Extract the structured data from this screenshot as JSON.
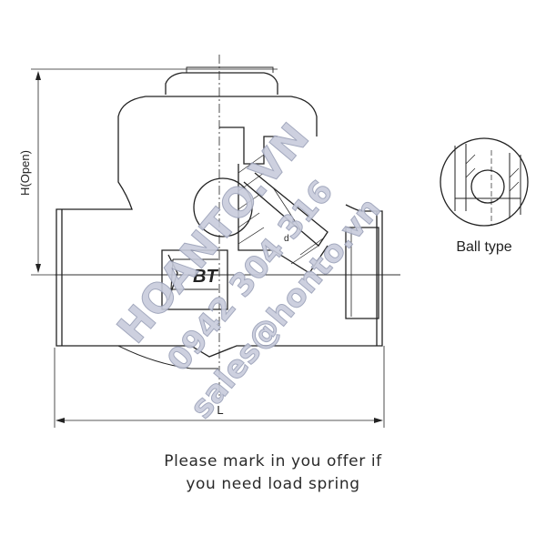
{
  "labels": {
    "height_dim": "H(Open)",
    "length_dim": "L",
    "detail_caption": "Ball type",
    "body_mark": "BT",
    "angle_mark": "d"
  },
  "notes": {
    "line1": "Please mark in you offer if",
    "line2": "you need load spring"
  },
  "watermark": {
    "brand": "HOANTO.VN",
    "phone": "0942 304 316",
    "email": "sales@honto.vn"
  },
  "colors": {
    "line": "#222222",
    "watermark_fill": "#c8ccdc",
    "watermark_stroke": "#9aa0b8"
  }
}
